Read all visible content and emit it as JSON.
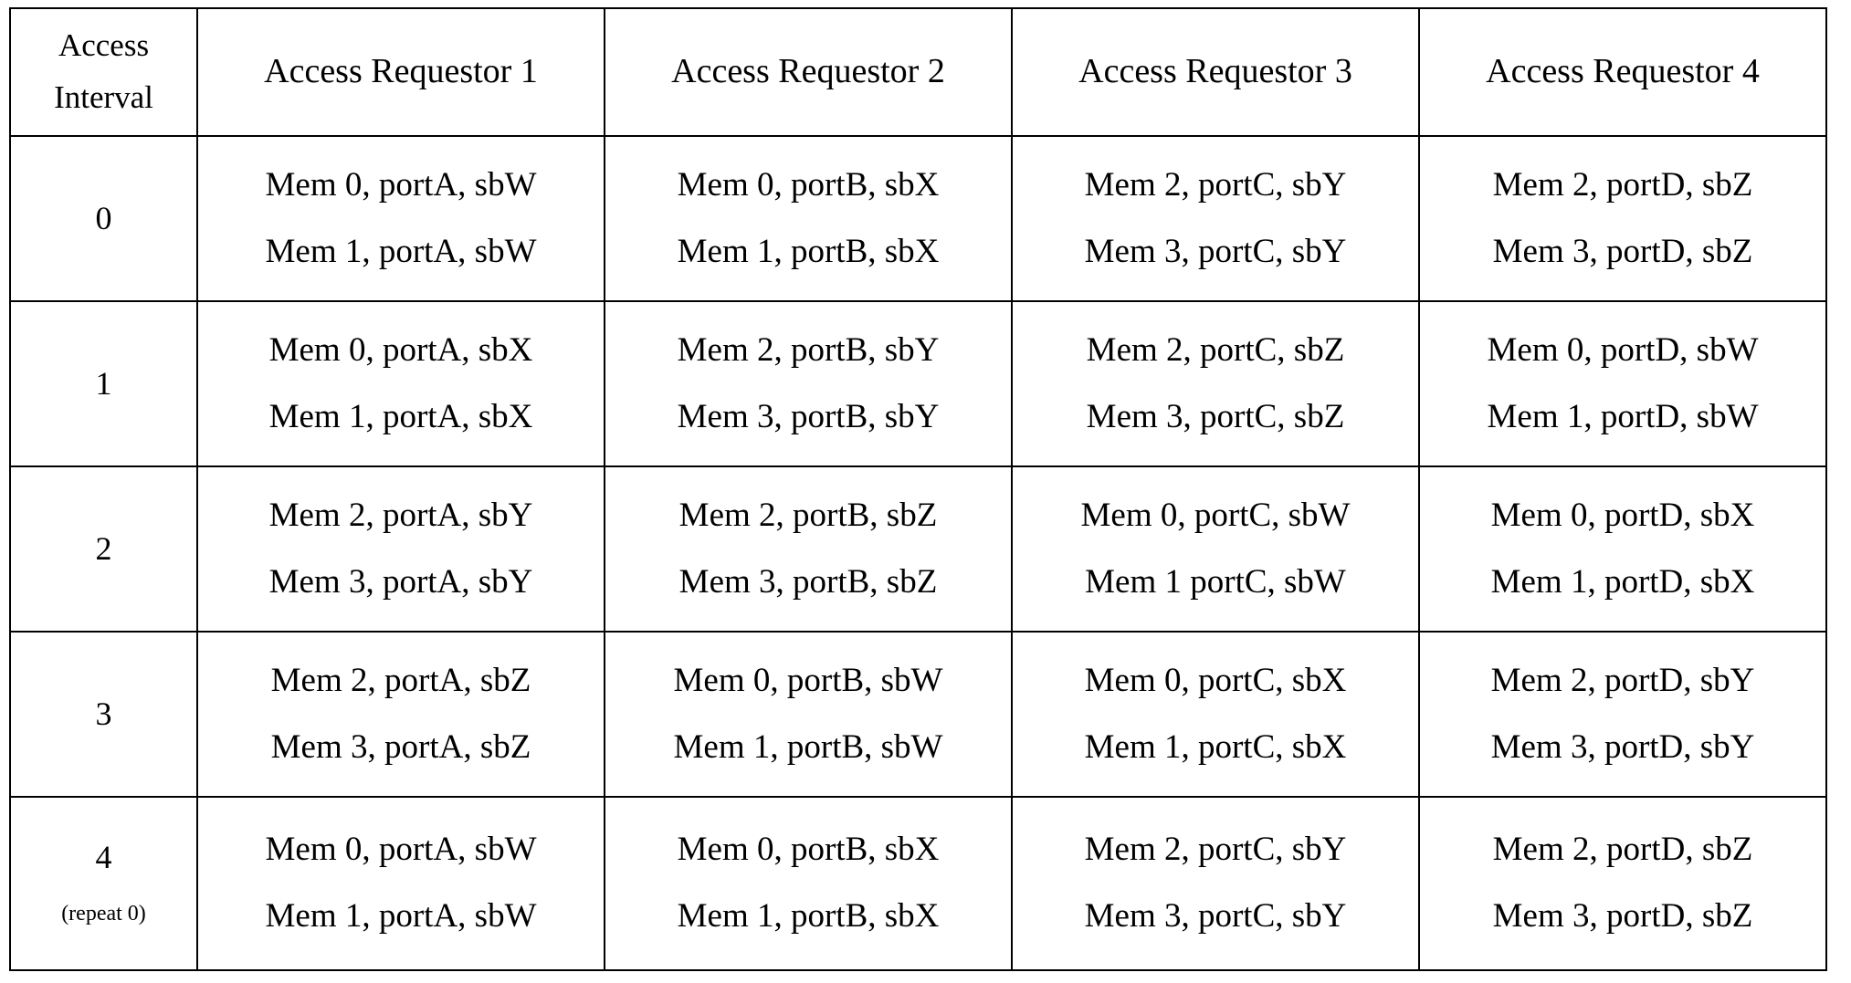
{
  "table": {
    "headers": {
      "interval_line1": "Access",
      "interval_line2": "Interval",
      "requestor_1": "Access Requestor 1",
      "requestor_2": "Access Requestor 2",
      "requestor_3": "Access Requestor 3",
      "requestor_4": "Access Requestor 4"
    },
    "rows": [
      {
        "interval": "0",
        "note": "",
        "req1": [
          "Mem 0, portA, sbW",
          "Mem 1, portA, sbW"
        ],
        "req2": [
          "Mem 0, portB, sbX",
          "Mem 1, portB, sbX"
        ],
        "req3": [
          "Mem 2, portC, sbY",
          "Mem 3, portC, sbY"
        ],
        "req4": [
          "Mem 2, portD, sbZ",
          "Mem 3, portD, sbZ"
        ]
      },
      {
        "interval": "1",
        "note": "",
        "req1": [
          "Mem 0, portA, sbX",
          "Mem 1, portA, sbX"
        ],
        "req2": [
          "Mem 2, portB, sbY",
          "Mem 3, portB, sbY"
        ],
        "req3": [
          "Mem 2, portC, sbZ",
          "Mem 3, portC, sbZ"
        ],
        "req4": [
          "Mem 0, portD, sbW",
          "Mem 1, portD, sbW"
        ]
      },
      {
        "interval": "2",
        "note": "",
        "req1": [
          "Mem 2, portA, sbY",
          "Mem 3, portA, sbY"
        ],
        "req2": [
          "Mem 2, portB, sbZ",
          "Mem 3, portB, sbZ"
        ],
        "req3": [
          "Mem 0, portC, sbW",
          "Mem 1 portC, sbW"
        ],
        "req4": [
          "Mem 0, portD, sbX",
          "Mem 1, portD, sbX"
        ]
      },
      {
        "interval": "3",
        "note": "",
        "req1": [
          "Mem 2, portA, sbZ",
          "Mem 3, portA, sbZ"
        ],
        "req2": [
          "Mem 0, portB, sbW",
          "Mem 1, portB, sbW"
        ],
        "req3": [
          "Mem 0, portC, sbX",
          "Mem 1, portC, sbX"
        ],
        "req4": [
          "Mem 2, portD, sbY",
          "Mem 3, portD, sbY"
        ]
      },
      {
        "interval": "4",
        "note": "(repeat 0)",
        "req1": [
          "Mem 0, portA, sbW",
          "Mem 1, portA, sbW"
        ],
        "req2": [
          "Mem 0, portB, sbX",
          "Mem 1, portB, sbX"
        ],
        "req3": [
          "Mem 2, portC, sbY",
          "Mem 3, portC, sbY"
        ],
        "req4": [
          "Mem 2, portD, sbZ",
          "Mem 3, portD, sbZ"
        ]
      }
    ]
  },
  "colors": {
    "rule": "#000000",
    "text": "#000000",
    "background": "#ffffff"
  }
}
